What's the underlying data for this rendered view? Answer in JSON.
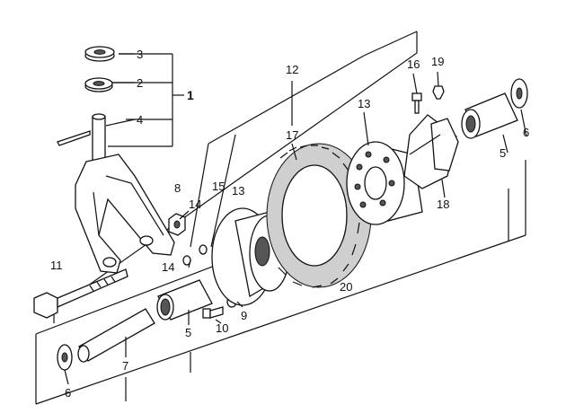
{
  "callouts": {
    "n1": "1",
    "n2": "2",
    "n3": "3",
    "n4": "4",
    "n5a": "5",
    "n5b": "5",
    "n6a": "6",
    "n6b": "6",
    "n7": "7",
    "n8": "8",
    "n9": "9",
    "n10": "10",
    "n11": "11",
    "n12": "12",
    "n13a": "13",
    "n13b": "13",
    "n14a": "14",
    "n14b": "14",
    "n15": "15",
    "n16": "16",
    "n17": "17",
    "n18": "18",
    "n19": "19",
    "n20": "20"
  }
}
